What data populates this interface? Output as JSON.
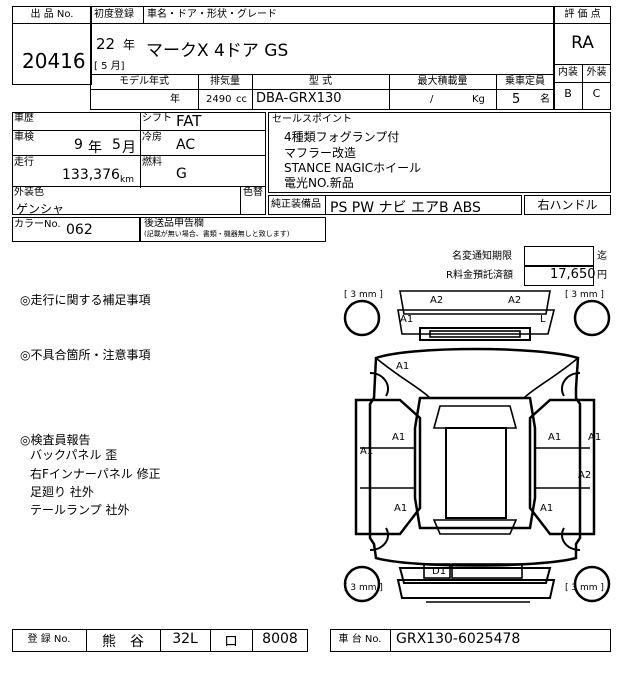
{
  "header": {
    "lot_label": "出 品 No.",
    "lot_no": "20416",
    "first_reg_label": "初度登録",
    "year": "22",
    "year_unit": "年",
    "month": "[ 5 月]",
    "car_name_label": "車名・ドア・形状・グレード",
    "car_name": "マークX 4ドア GS",
    "grade_label": "評 価 点",
    "grade": "RA",
    "interior_label": "内装",
    "exterior_label": "外装",
    "interior_score": "B",
    "exterior_score": "C"
  },
  "spec": {
    "model_year_label": "モデル年式",
    "displacement_label": "排気量",
    "type_label": "型 式",
    "max_load_label": "最大積載量",
    "capacity_label": "乗車定員",
    "model_year_unit": "年",
    "displacement": "2490",
    "displacement_unit": "cc",
    "model_code": "DBA-GRX130",
    "max_load": "/",
    "max_load_unit": "Kg",
    "capacity": "5",
    "capacity_unit": "名"
  },
  "details": {
    "history_label": "車歴",
    "shift_label": "シフト",
    "shift": "FAT",
    "inspection_label": "車検",
    "inspection_year": "9",
    "inspection_year_unit": "年",
    "inspection_month": "5",
    "inspection_month_unit": "月",
    "ac_label": "冷房",
    "ac": "AC",
    "mileage_label": "走行",
    "mileage": "133,376",
    "mileage_unit": "km",
    "fuel_label": "燃料",
    "fuel": "G",
    "color_label": "外装色",
    "color_change_label": "色替",
    "color": "ゲンシャ",
    "color_no_label": "カラーNo.",
    "color_no": "062",
    "documents_label": "後送品申告欄",
    "documents_note": "(記載が無い場合、書類・機器無しと致します)"
  },
  "sales_points": {
    "label": "セールスポイント",
    "lines": [
      "4種類フォグランプ付",
      "マフラー改造",
      "STANCE NAGICホイール",
      "電光NO.新品"
    ]
  },
  "equipment": {
    "label": "純正装備品",
    "value": "PS PW ナビ エアB ABS",
    "steering": "右ハンドル"
  },
  "notices": {
    "title_change_label": "名変通知期限",
    "title_change_unit": "迄",
    "recycle_label": "R料金預託済額",
    "recycle_value": "17,650",
    "recycle_unit": "円"
  },
  "remarks": {
    "supplement_heading": "◎走行に関する補足事項",
    "defects_heading": "◎不具合箇所・注意事項",
    "inspector_heading": "◎検査員報告",
    "inspector_lines": [
      "バックパネル 歪",
      "右Fインナーパネル 修正",
      "足廻り 社外",
      "テールランプ 社外"
    ]
  },
  "diagram": {
    "tire_tag": "3 ",
    "tire_tag_unit": "mm",
    "marks": {
      "a2_left": "A2",
      "a2_right": "A2",
      "a1_front": "A1",
      "l": "L",
      "a1_fender": "A1",
      "a1_left_door": "A1",
      "a1_right_door": "A1",
      "a1_left_side": "A1",
      "a1_right_side": "A1",
      "a2_right_rear": "A2",
      "a1_left_rear": "A1",
      "a1_right_rear": "A1",
      "d1_rear": "D1"
    }
  },
  "footer": {
    "reg_no_label": "登 録 No.",
    "reg_area": "熊　谷",
    "reg_class": "32L",
    "reg_kana": "ロ",
    "reg_number": "8008",
    "chassis_label": "車 台 No.",
    "chassis_no": "GRX130-6025478"
  }
}
